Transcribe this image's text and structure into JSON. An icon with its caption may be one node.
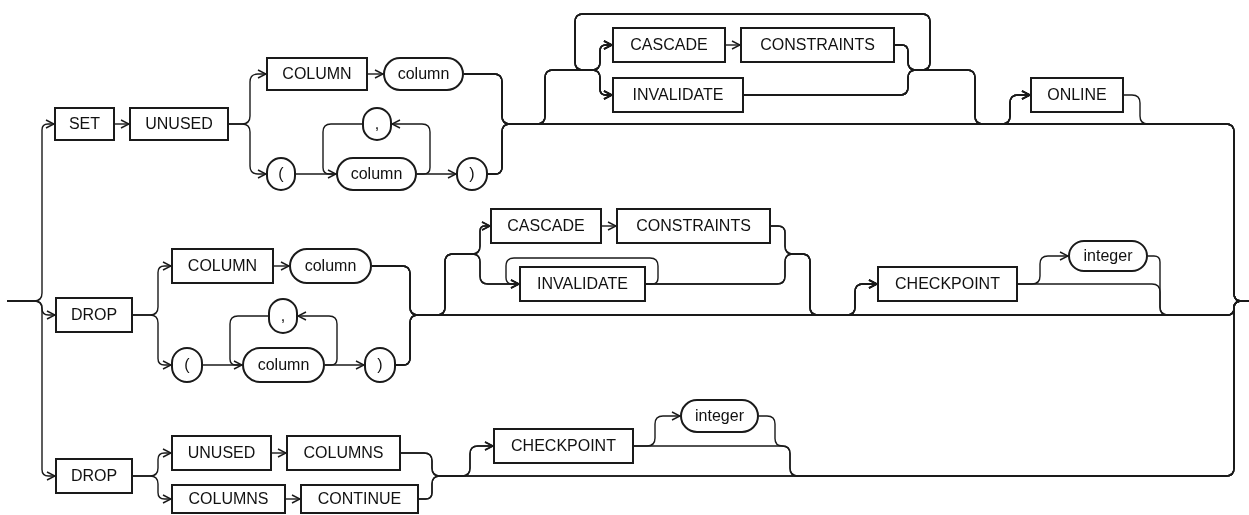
{
  "diagram": {
    "nodes": [
      {
        "text": [
          "SET"
        ]
      },
      {
        "text": [
          "UNUSED"
        ]
      },
      {
        "text": [
          "COLUMN"
        ]
      },
      {
        "text": [
          "column"
        ]
      },
      {
        "text": [
          "("
        ]
      },
      {
        "text": [
          ","
        ]
      },
      {
        "text": [
          "column"
        ]
      },
      {
        "text": [
          ")"
        ]
      },
      {
        "text": [
          "CASCADE"
        ]
      },
      {
        "text": [
          "CONSTRAINTS"
        ]
      },
      {
        "text": [
          "INVALIDATE"
        ]
      },
      {
        "text": [
          "ONLINE"
        ]
      },
      {
        "text": [
          "DROP"
        ]
      },
      {
        "text": [
          "COLUMN"
        ]
      },
      {
        "text": [
          "column"
        ]
      },
      {
        "text": [
          "("
        ]
      },
      {
        "text": [
          ","
        ]
      },
      {
        "text": [
          "column"
        ]
      },
      {
        "text": [
          ")"
        ]
      },
      {
        "text": [
          "CASCADE"
        ]
      },
      {
        "text": [
          "CONSTRAINTS"
        ]
      },
      {
        "text": [
          "INVALIDATE"
        ]
      },
      {
        "text": [
          "CHECKPOINT"
        ]
      },
      {
        "text": [
          "integer"
        ]
      },
      {
        "text": [
          "DROP"
        ]
      },
      {
        "text": [
          "UNUSED"
        ]
      },
      {
        "text": [
          "COLUMNS"
        ]
      },
      {
        "text": [
          "COLUMNS"
        ]
      },
      {
        "text": [
          "CONTINUE"
        ]
      },
      {
        "text": [
          "CHECKPOINT"
        ]
      },
      {
        "text": [
          "integer"
        ]
      }
    ],
    "edges": [
      {
        "from": null,
        "to": 0,
        "arrow": "to"
      },
      {
        "from": 0,
        "to": 1,
        "arrow": "to"
      },
      {
        "from": 1,
        "to": 2,
        "arrow": "to"
      },
      {
        "from": 1,
        "to": 4,
        "arrow": "to"
      },
      {
        "from": 2,
        "to": 3,
        "arrow": "to"
      },
      {
        "from": 4,
        "to": 6,
        "arrow": "to"
      },
      {
        "from": 6,
        "to": 5,
        "arrow": "to"
      },
      {
        "from": 5,
        "to": 6,
        "arrow": "none"
      },
      {
        "from": 6,
        "to": 7,
        "arrow": "to"
      },
      {
        "from": 3,
        "to": 8,
        "arrow": "to"
      },
      {
        "from": 3,
        "to": 10,
        "arrow": "to"
      },
      {
        "from": 7,
        "to": 8,
        "arrow": "to"
      },
      {
        "from": 7,
        "to": 10,
        "arrow": "to"
      },
      {
        "from": 8,
        "to": 9,
        "arrow": "to"
      },
      {
        "from": 9,
        "to": 8,
        "arrow": "to"
      },
      {
        "from": 9,
        "to": 10,
        "arrow": "to"
      },
      {
        "from": 10,
        "to": 8,
        "arrow": "to"
      },
      {
        "from": 10,
        "to": 10,
        "arrow": "to"
      },
      {
        "from": 9,
        "to": 11,
        "arrow": "to"
      },
      {
        "from": 10,
        "to": 11,
        "arrow": "to"
      },
      {
        "from": 3,
        "to": 11,
        "arrow": "to"
      },
      {
        "from": 7,
        "to": 11,
        "arrow": "to"
      },
      {
        "from": 9,
        "to": null,
        "arrow": "none"
      },
      {
        "from": 10,
        "to": null,
        "arrow": "none"
      },
      {
        "from": 3,
        "to": null,
        "arrow": "none"
      },
      {
        "from": 7,
        "to": null,
        "arrow": "none"
      },
      {
        "from": 11,
        "to": null,
        "arrow": "none"
      },
      {
        "from": null,
        "to": 12,
        "arrow": "to"
      },
      {
        "from": 12,
        "to": 13,
        "arrow": "to"
      },
      {
        "from": 12,
        "to": 15,
        "arrow": "to"
      },
      {
        "from": 13,
        "to": 14,
        "arrow": "to"
      },
      {
        "from": 15,
        "to": 17,
        "arrow": "to"
      },
      {
        "from": 17,
        "to": 16,
        "arrow": "to"
      },
      {
        "from": 16,
        "to": 17,
        "arrow": "none"
      },
      {
        "from": 17,
        "to": 18,
        "arrow": "to"
      },
      {
        "from": 14,
        "to": 19,
        "arrow": "to"
      },
      {
        "from": 14,
        "to": 21,
        "arrow": "to"
      },
      {
        "from": 18,
        "to": 19,
        "arrow": "to"
      },
      {
        "from": 18,
        "to": 21,
        "arrow": "to"
      },
      {
        "from": 19,
        "to": 20,
        "arrow": "to"
      },
      {
        "from": 21,
        "to": 21,
        "arrow": "to"
      },
      {
        "from": 20,
        "to": 22,
        "arrow": "to"
      },
      {
        "from": 21,
        "to": 22,
        "arrow": "to"
      },
      {
        "from": 14,
        "to": 22,
        "arrow": "to"
      },
      {
        "from": 18,
        "to": 22,
        "arrow": "to"
      },
      {
        "from": 20,
        "to": null,
        "arrow": "none"
      },
      {
        "from": 21,
        "to": null,
        "arrow": "none"
      },
      {
        "from": 14,
        "to": null,
        "arrow": "none"
      },
      {
        "from": 18,
        "to": null,
        "arrow": "none"
      },
      {
        "from": 22,
        "to": 23,
        "arrow": "to"
      },
      {
        "from": 22,
        "to": null,
        "arrow": "none"
      },
      {
        "from": 23,
        "to": null,
        "arrow": "none"
      },
      {
        "from": null,
        "to": 24,
        "arrow": "to"
      },
      {
        "from": 24,
        "to": 25,
        "arrow": "to"
      },
      {
        "from": 24,
        "to": 27,
        "arrow": "to"
      },
      {
        "from": 25,
        "to": 26,
        "arrow": "to"
      },
      {
        "from": 27,
        "to": 28,
        "arrow": "to"
      },
      {
        "from": 26,
        "to": 29,
        "arrow": "to"
      },
      {
        "from": 28,
        "to": 29,
        "arrow": "to"
      },
      {
        "from": 26,
        "to": null,
        "arrow": "none"
      },
      {
        "from": 28,
        "to": null,
        "arrow": "none"
      },
      {
        "from": 29,
        "to": 30,
        "arrow": "to"
      },
      {
        "from": 29,
        "to": null,
        "arrow": "none"
      },
      {
        "from": 30,
        "to": null,
        "arrow": "none"
      }
    ]
  }
}
